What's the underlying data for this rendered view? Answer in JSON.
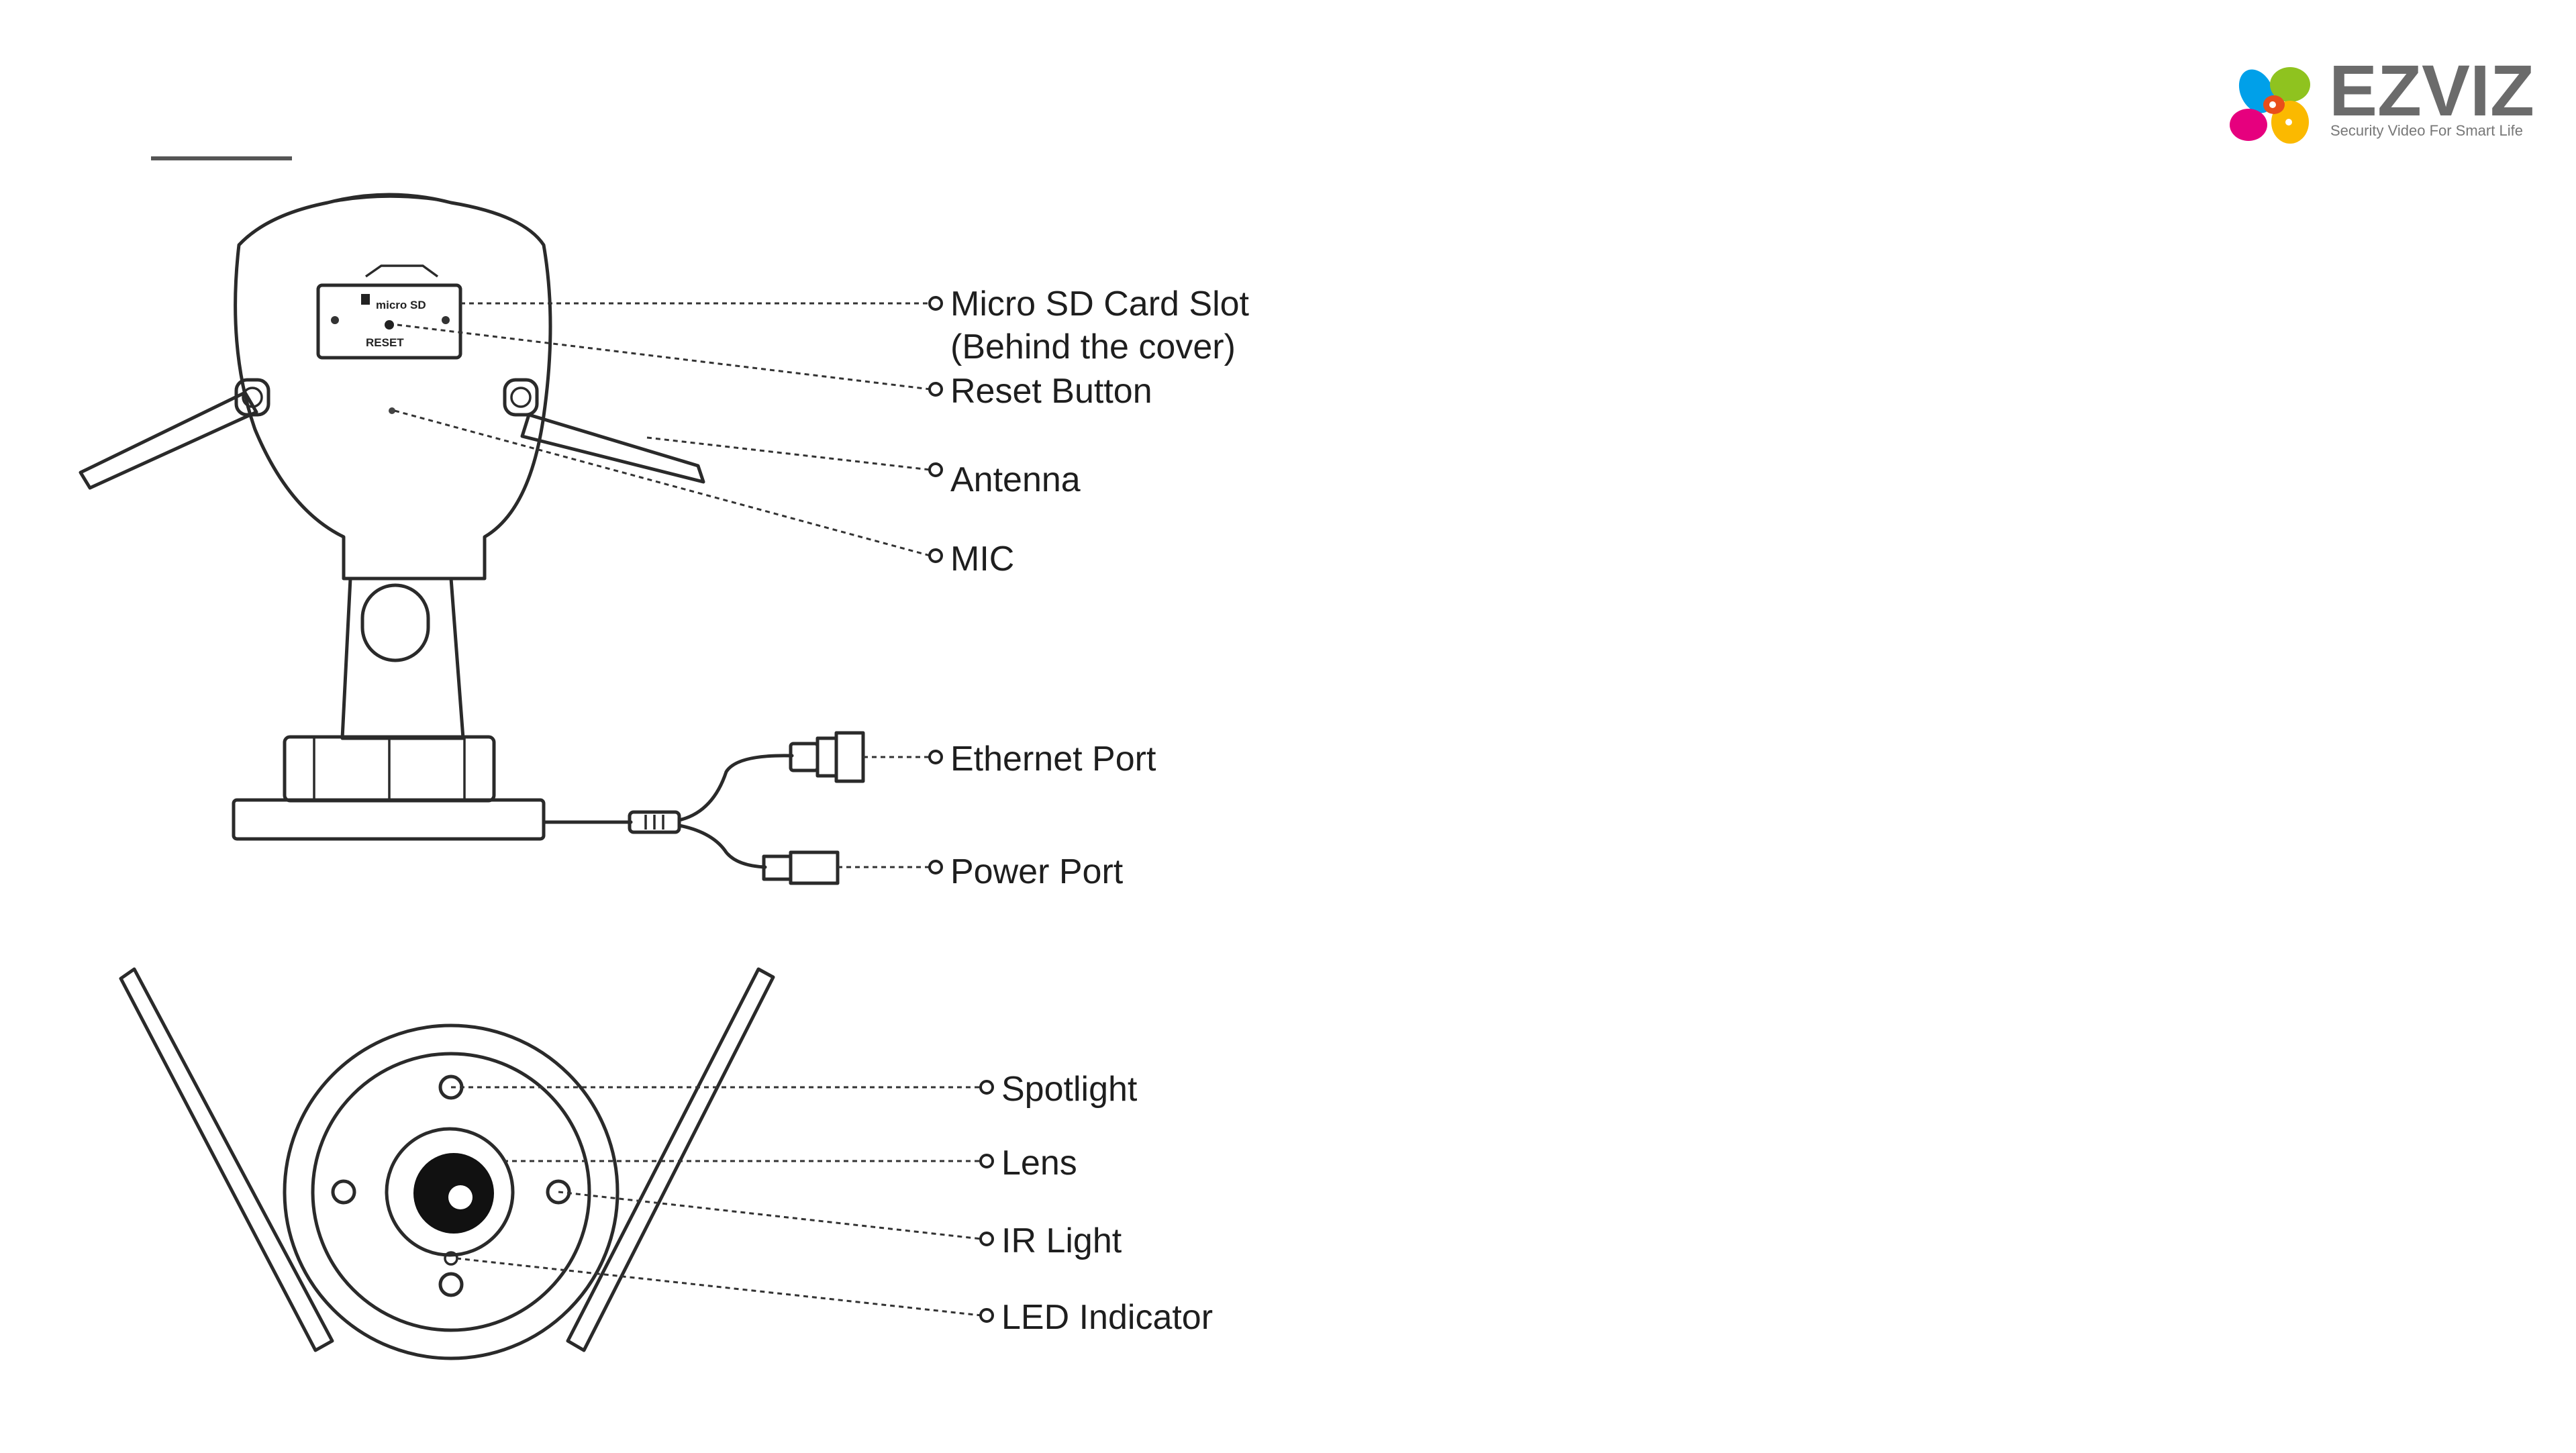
{
  "brand": {
    "name": "EZVIZ",
    "tagline": "Security Video For Smart Life",
    "colors": [
      "#e6007e",
      "#fbb900",
      "#00a0e9",
      "#8fc31f",
      "#e94e1b"
    ],
    "text_color": "#6b6b6b"
  },
  "back_view": {
    "panel_text": {
      "micro_sd": "micro SD",
      "reset": "RESET"
    },
    "labels": {
      "micro_sd_slot_line1": "Micro SD Card Slot",
      "micro_sd_slot_line2": "(Behind the cover)",
      "reset_button": "Reset Button",
      "antenna": "Antenna",
      "mic": "MIC",
      "ethernet_port": "Ethernet Port",
      "power_port": "Power Port"
    }
  },
  "front_view": {
    "labels": {
      "spotlight": "Spotlight",
      "lens": "Lens",
      "ir_light": "IR Light",
      "led_indicator": "LED Indicator"
    }
  }
}
